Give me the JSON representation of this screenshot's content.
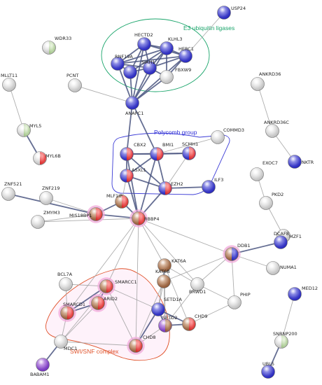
{
  "groups": [
    {
      "label": "E3 ubiquitin ligases",
      "color": "#1aa56b"
    },
    {
      "label": "Polycomb group",
      "color": "#2b2bd6"
    },
    {
      "label": "SWI/SNF complex",
      "color": "#e0532b"
    }
  ],
  "palette": {
    "blue": [
      "#7d7de8",
      "#2020b8"
    ],
    "red": [
      "#ff8c8c",
      "#d42020"
    ],
    "brown": [
      "#d9ad8a",
      "#8a5230"
    ],
    "purple": [
      "#c38be8",
      "#6b2cb8"
    ],
    "white": [
      "#ffffff",
      "#b8b8b8"
    ],
    "green": [
      "#e9f5dd",
      "#9abf80"
    ],
    "halo": "#f2a8d9",
    "edge": "#4a5580",
    "edge_light": "#a5a5a5"
  },
  "nodes": [
    {
      "id": "USP24",
      "label": "USP24",
      "color": [
        "blue"
      ]
    },
    {
      "id": "WDR33",
      "label": "WDR33",
      "color": [
        "white",
        "green"
      ]
    },
    {
      "id": "HECTD2",
      "label": "HECTD2",
      "color": [
        "blue"
      ]
    },
    {
      "id": "KLHL3",
      "label": "KLHL3",
      "color": [
        "blue"
      ]
    },
    {
      "id": "HERC1",
      "label": "HERC1",
      "color": [
        "blue"
      ]
    },
    {
      "id": "RNF19A",
      "label": "RNF19A",
      "color": [
        "blue"
      ]
    },
    {
      "id": "SIAH1",
      "label": "SIAH1",
      "color": [
        "blue"
      ]
    },
    {
      "id": "FBXW9",
      "label": "FBXW9",
      "color": [
        "white"
      ]
    },
    {
      "id": "N_E3",
      "label": "",
      "color": [
        "blue"
      ]
    },
    {
      "id": "MLLT11",
      "label": "MLLT11",
      "color": [
        "white"
      ]
    },
    {
      "id": "PCNT",
      "label": "PCNT",
      "color": [
        "white"
      ]
    },
    {
      "id": "ANAPC1",
      "label": "ANAPC1",
      "color": [
        "blue"
      ]
    },
    {
      "id": "ANKRD36",
      "label": "ANKRD36",
      "color": [
        "white"
      ]
    },
    {
      "id": "MYL5",
      "label": "MYL5",
      "color": [
        "white",
        "green"
      ]
    },
    {
      "id": "MYL6B",
      "label": "MYL6B",
      "color": [
        "white",
        "red"
      ]
    },
    {
      "id": "ANKRD36C",
      "label": "ANKRD36C",
      "color": [
        "white"
      ]
    },
    {
      "id": "COMMD3",
      "label": "COMMD3",
      "color": [
        "white"
      ]
    },
    {
      "id": "CBX2",
      "label": "CBX2",
      "color": [
        "blue",
        "red"
      ]
    },
    {
      "id": "BMI1",
      "label": "BMI1",
      "color": [
        "blue",
        "red"
      ]
    },
    {
      "id": "SCMH1",
      "label": "SCMH1",
      "color": [
        "blue",
        "red"
      ]
    },
    {
      "id": "ASXL1",
      "label": "ASXL1",
      "color": [
        "blue",
        "red"
      ]
    },
    {
      "id": "EZH2",
      "label": "EZH2",
      "color": [
        "blue",
        "red"
      ]
    },
    {
      "id": "NKTR",
      "label": "NKTR",
      "color": [
        "blue"
      ]
    },
    {
      "id": "ILF3",
      "label": "ILF3",
      "color": [
        "blue"
      ]
    },
    {
      "id": "EXOC7",
      "label": "EXOC7",
      "color": [
        "white"
      ]
    },
    {
      "id": "ZNF521",
      "label": "ZNF521",
      "color": [
        "white"
      ]
    },
    {
      "id": "ZNF219",
      "label": "ZNF219",
      "color": [
        "white"
      ]
    },
    {
      "id": "MLF1IP",
      "label": "MLF1IP",
      "color": [
        "brown",
        "red"
      ]
    },
    {
      "id": "PKD2",
      "label": "PKD2",
      "color": [
        "white"
      ]
    },
    {
      "id": "MIS18BP1",
      "label": "MIS18BP1",
      "color": [
        "brown",
        "red"
      ],
      "halo": true
    },
    {
      "id": "RBBP4",
      "label": "RBBP4",
      "color": [
        "brown",
        "red"
      ],
      "halo": true
    },
    {
      "id": "ZMYM3",
      "label": "ZMYM3",
      "color": [
        "white"
      ]
    },
    {
      "id": "MZF1",
      "label": "MZF1",
      "color": [
        "white"
      ]
    },
    {
      "id": "DCAF8",
      "label": "DCAF8",
      "color": [
        "blue"
      ]
    },
    {
      "id": "DDB1",
      "label": "DDB1",
      "color": [
        "brown",
        "blue"
      ],
      "halo": true
    },
    {
      "id": "KAT6A",
      "label": "KAT6A",
      "color": [
        "brown"
      ]
    },
    {
      "id": "NUMA1",
      "label": "NUMA1",
      "color": [
        "white"
      ]
    },
    {
      "id": "KAT6B",
      "label": "KAT6B",
      "color": [
        "brown"
      ]
    },
    {
      "id": "BCL7A",
      "label": "BCL7A",
      "color": [
        "white"
      ]
    },
    {
      "id": "SMARCC1",
      "label": "SMARCC1",
      "color": [
        "brown",
        "red"
      ],
      "halo": true
    },
    {
      "id": "BRWD1",
      "label": "BRWD1",
      "color": [
        "white"
      ]
    },
    {
      "id": "MED12",
      "label": "MED12",
      "color": [
        "blue"
      ]
    },
    {
      "id": "ARID2",
      "label": "ARID2",
      "color": [
        "brown",
        "red"
      ],
      "halo": true
    },
    {
      "id": "SMARCD1",
      "label": "SMARCD1",
      "color": [
        "brown",
        "red"
      ],
      "halo": true
    },
    {
      "id": "PHIP",
      "label": "PHIP",
      "color": [
        "white"
      ]
    },
    {
      "id": "SETD1A",
      "label": "SETD1A",
      "color": [
        "blue"
      ]
    },
    {
      "id": "CHD9",
      "label": "CHD9",
      "color": [
        "brown",
        "red"
      ]
    },
    {
      "id": "SETD2",
      "label": "SETD2",
      "color": [
        "purple",
        "brown"
      ]
    },
    {
      "id": "MDC1",
      "label": "MDC1",
      "color": [
        "white"
      ]
    },
    {
      "id": "SNRNP200",
      "label": "SNRNP200",
      "color": [
        "white",
        "green"
      ]
    },
    {
      "id": "CHD8",
      "label": "CHD8",
      "color": [
        "brown",
        "red"
      ],
      "halo": true
    },
    {
      "id": "BABAM1",
      "label": "BABAM1",
      "color": [
        "purple"
      ]
    },
    {
      "id": "UBL5",
      "label": "UBL5",
      "color": [
        "blue"
      ]
    }
  ],
  "edges": [
    [
      "HECTD2",
      "KLHL3",
      "s"
    ],
    [
      "HECTD2",
      "RNF19A",
      "s"
    ],
    [
      "HECTD2",
      "SIAH1",
      "s"
    ],
    [
      "HECTD2",
      "HERC1",
      "s"
    ],
    [
      "HECTD2",
      "N_E3",
      "s"
    ],
    [
      "KLHL3",
      "HERC1",
      "s"
    ],
    [
      "KLHL3",
      "SIAH1",
      "s"
    ],
    [
      "KLHL3",
      "RNF19A",
      "s"
    ],
    [
      "KLHL3",
      "FBXW9",
      "s"
    ],
    [
      "KLHL3",
      "N_E3",
      "s"
    ],
    [
      "RNF19A",
      "SIAH1",
      "s"
    ],
    [
      "RNF19A",
      "N_E3",
      "s"
    ],
    [
      "RNF19A",
      "HERC1",
      "s"
    ],
    [
      "SIAH1",
      "HERC1",
      "s"
    ],
    [
      "SIAH1",
      "FBXW9",
      "s"
    ],
    [
      "SIAH1",
      "N_E3",
      "s"
    ],
    [
      "HERC1",
      "FBXW9",
      "s"
    ],
    [
      "HERC1",
      "USP24",
      "l"
    ],
    [
      "ANAPC1",
      "N_E3",
      "s"
    ],
    [
      "ANAPC1",
      "RNF19A",
      "s"
    ],
    [
      "ANAPC1",
      "SIAH1",
      "s"
    ],
    [
      "ANAPC1",
      "HERC1",
      "s"
    ],
    [
      "ANAPC1",
      "FBXW9",
      "s"
    ],
    [
      "ANAPC1",
      "HECTD2",
      "s"
    ],
    [
      "ANAPC1",
      "KLHL3",
      "s"
    ],
    [
      "ANAPC1",
      "PCNT",
      "l"
    ],
    [
      "ANAPC1",
      "CBX2",
      "s"
    ],
    [
      "ANAPC1",
      "BMI1",
      "s"
    ],
    [
      "MLLT11",
      "MYL5",
      "l"
    ],
    [
      "MYL5",
      "MYL6B",
      "s"
    ],
    [
      "ANKRD36",
      "ANKRD36C",
      "l"
    ],
    [
      "ANKRD36C",
      "NKTR",
      "l"
    ],
    [
      "CBX2",
      "BMI1",
      "s"
    ],
    [
      "CBX2",
      "ASXL1",
      "s"
    ],
    [
      "CBX2",
      "EZH2",
      "s"
    ],
    [
      "CBX2",
      "SCMH1",
      "s"
    ],
    [
      "BMI1",
      "SCMH1",
      "s"
    ],
    [
      "BMI1",
      "EZH2",
      "s"
    ],
    [
      "BMI1",
      "ASXL1",
      "s"
    ],
    [
      "BMI1",
      "COMMD3",
      "l"
    ],
    [
      "BMI1",
      "RBBP4",
      "s"
    ],
    [
      "SCMH1",
      "EZH2",
      "l"
    ],
    [
      "ASXL1",
      "EZH2",
      "s"
    ],
    [
      "ASXL1",
      "RBBP4",
      "s"
    ],
    [
      "ASXL1",
      "MLF1IP",
      "l"
    ],
    [
      "EZH2",
      "RBBP4",
      "s"
    ],
    [
      "EZH2",
      "ILF3",
      "s"
    ],
    [
      "CBX2",
      "RBBP4",
      "s"
    ],
    [
      "ZNF521",
      "MIS18BP1",
      "s"
    ],
    [
      "ZNF219",
      "MIS18BP1",
      "l"
    ],
    [
      "ZMYM3",
      "MIS18BP1",
      "l"
    ],
    [
      "ZMYM3",
      "RBBP4",
      "l"
    ],
    [
      "MLF1IP",
      "MIS18BP1",
      "s"
    ],
    [
      "MLF1IP",
      "RBBP4",
      "s"
    ],
    [
      "MIS18BP1",
      "RBBP4",
      "s"
    ],
    [
      "RBBP4",
      "KAT6A",
      "l"
    ],
    [
      "RBBP4",
      "DDB1",
      "l"
    ],
    [
      "RBBP4",
      "SMARCC1",
      "l"
    ],
    [
      "RBBP4",
      "CHD8",
      "l"
    ],
    [
      "RBBP4",
      "SMARCD1",
      "l"
    ],
    [
      "RBBP4",
      "BRWD1",
      "l"
    ],
    [
      "EXOC7",
      "PKD2",
      "l"
    ],
    [
      "PKD2",
      "MZF1",
      "l"
    ],
    [
      "DDB1",
      "DCAF8",
      "s"
    ],
    [
      "DDB1",
      "NUMA1",
      "l"
    ],
    [
      "DDB1",
      "BRWD1",
      "l"
    ],
    [
      "DDB1",
      "PHIP",
      "l"
    ],
    [
      "DDB1",
      "KAT6B",
      "l"
    ],
    [
      "KAT6A",
      "KAT6B",
      "s"
    ],
    [
      "KAT6A",
      "SETD1A",
      "l"
    ],
    [
      "KAT6A",
      "SETD2",
      "l"
    ],
    [
      "KAT6A",
      "BRWD1",
      "l"
    ],
    [
      "KAT6A",
      "CHD9",
      "l"
    ],
    [
      "KAT6B",
      "SETD1A",
      "l"
    ],
    [
      "KAT6B",
      "SETD2",
      "l"
    ],
    [
      "KAT6B",
      "CHD8",
      "l"
    ],
    [
      "BRWD1",
      "PHIP",
      "l"
    ],
    [
      "BRWD1",
      "SETD2",
      "l"
    ],
    [
      "PHIP",
      "CHD9",
      "l"
    ],
    [
      "BCL7A",
      "SMARCD1",
      "l"
    ],
    [
      "BCL7A",
      "SMARCC1",
      "l"
    ],
    [
      "SMARCC1",
      "ARID2",
      "s"
    ],
    [
      "SMARCC1",
      "SMARCD1",
      "s"
    ],
    [
      "SMARCC1",
      "SETD1A",
      "l"
    ],
    [
      "SMARCC1",
      "CHD8",
      "l"
    ],
    [
      "SMARCC1",
      "MDC1",
      "l"
    ],
    [
      "ARID2",
      "SMARCD1",
      "s"
    ],
    [
      "ARID2",
      "MDC1",
      "l"
    ],
    [
      "SMARCD1",
      "MDC1",
      "l"
    ],
    [
      "SETD1A",
      "SETD2",
      "s"
    ],
    [
      "SETD1A",
      "CHD8",
      "s"
    ],
    [
      "SETD1A",
      "CHD9",
      "s"
    ],
    [
      "SETD2",
      "CHD9",
      "s"
    ],
    [
      "SETD2",
      "CHD8",
      "l"
    ],
    [
      "MDC1",
      "BABAM1",
      "s"
    ],
    [
      "MDC1",
      "CHD8",
      "l"
    ],
    [
      "MED12",
      "SNRNP200",
      "l"
    ],
    [
      "SNRNP200",
      "UBL5",
      "s"
    ]
  ]
}
